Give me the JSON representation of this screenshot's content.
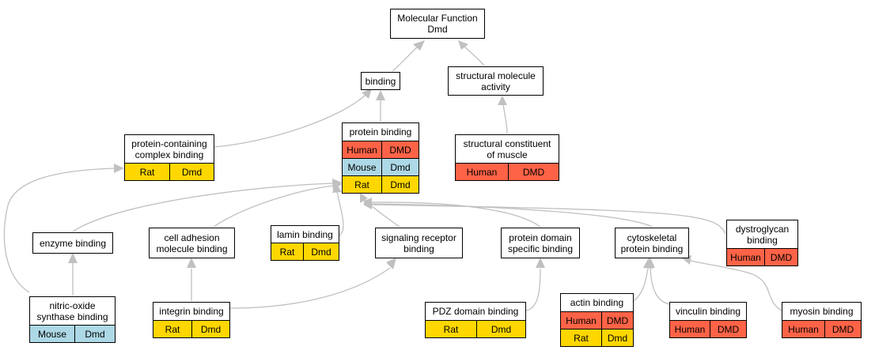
{
  "colors": {
    "Human": "#ff6347",
    "Mouse": "#add8e6",
    "Rat": "#ffd700",
    "edge": "#c0c0c0"
  },
  "nodes": {
    "mf": {
      "label": "Molecular Function\nDmd",
      "rows": []
    },
    "binding": {
      "label": "binding",
      "rows": []
    },
    "structural_molecule_activity": {
      "label": "structural molecule\nactivity",
      "rows": []
    },
    "protein_binding": {
      "label": "protein binding",
      "rows": [
        {
          "species": "Human",
          "gene": "DMD"
        },
        {
          "species": "Mouse",
          "gene": "Dmd"
        },
        {
          "species": "Rat",
          "gene": "Dmd"
        }
      ]
    },
    "protein_containing_complex_binding": {
      "label": "protein-containing\ncomplex binding",
      "rows": [
        {
          "species": "Rat",
          "gene": "Dmd"
        }
      ]
    },
    "structural_constituent_of_muscle": {
      "label": "structural constituent\nof muscle",
      "rows": [
        {
          "species": "Human",
          "gene": "DMD"
        }
      ]
    },
    "enzyme_binding": {
      "label": "enzyme binding",
      "rows": []
    },
    "cell_adhesion_molecule_binding": {
      "label": "cell adhesion\nmolecule binding",
      "rows": []
    },
    "lamin_binding": {
      "label": "lamin binding",
      "rows": [
        {
          "species": "Rat",
          "gene": "Dmd"
        }
      ]
    },
    "signaling_receptor_binding": {
      "label": "signaling receptor\nbinding",
      "rows": []
    },
    "protein_domain_specific_binding": {
      "label": "protein domain\nspecific binding",
      "rows": []
    },
    "cytoskeletal_protein_binding": {
      "label": "cytoskeletal\nprotein binding",
      "rows": []
    },
    "dystroglycan_binding": {
      "label": "dystroglycan\nbinding",
      "rows": [
        {
          "species": "Human",
          "gene": "DMD"
        }
      ]
    },
    "nitric_oxide_synthase_binding": {
      "label": "nitric-oxide\nsynthase binding",
      "rows": [
        {
          "species": "Mouse",
          "gene": "Dmd"
        }
      ]
    },
    "integrin_binding": {
      "label": "integrin binding",
      "rows": [
        {
          "species": "Rat",
          "gene": "Dmd"
        }
      ]
    },
    "pdz_domain_binding": {
      "label": "PDZ domain binding",
      "rows": [
        {
          "species": "Rat",
          "gene": "Dmd"
        }
      ]
    },
    "actin_binding": {
      "label": "actin binding",
      "rows": [
        {
          "species": "Human",
          "gene": "DMD"
        },
        {
          "species": "Rat",
          "gene": "Dmd"
        }
      ]
    },
    "vinculin_binding": {
      "label": "vinculin binding",
      "rows": [
        {
          "species": "Human",
          "gene": "DMD"
        }
      ]
    },
    "myosin_binding": {
      "label": "myosin binding",
      "rows": [
        {
          "species": "Human",
          "gene": "DMD"
        }
      ]
    }
  },
  "edges": [
    {
      "from": "binding",
      "to": "mf"
    },
    {
      "from": "structural_molecule_activity",
      "to": "mf"
    },
    {
      "from": "protein_binding",
      "to": "binding"
    },
    {
      "from": "protein_containing_complex_binding",
      "to": "binding"
    },
    {
      "from": "structural_constituent_of_muscle",
      "to": "structural_molecule_activity"
    },
    {
      "from": "enzyme_binding",
      "to": "protein_binding"
    },
    {
      "from": "cell_adhesion_molecule_binding",
      "to": "protein_binding"
    },
    {
      "from": "lamin_binding",
      "to": "protein_binding"
    },
    {
      "from": "signaling_receptor_binding",
      "to": "protein_binding"
    },
    {
      "from": "protein_domain_specific_binding",
      "to": "protein_binding"
    },
    {
      "from": "cytoskeletal_protein_binding",
      "to": "protein_binding"
    },
    {
      "from": "dystroglycan_binding",
      "to": "protein_binding"
    },
    {
      "from": "nitric_oxide_synthase_binding",
      "to": "enzyme_binding"
    },
    {
      "from": "nitric_oxide_synthase_binding",
      "to": "protein_containing_complex_binding"
    },
    {
      "from": "integrin_binding",
      "to": "cell_adhesion_molecule_binding"
    },
    {
      "from": "integrin_binding",
      "to": "signaling_receptor_binding"
    },
    {
      "from": "pdz_domain_binding",
      "to": "protein_domain_specific_binding"
    },
    {
      "from": "actin_binding",
      "to": "cytoskeletal_protein_binding"
    },
    {
      "from": "vinculin_binding",
      "to": "cytoskeletal_protein_binding"
    },
    {
      "from": "myosin_binding",
      "to": "cytoskeletal_protein_binding"
    }
  ]
}
